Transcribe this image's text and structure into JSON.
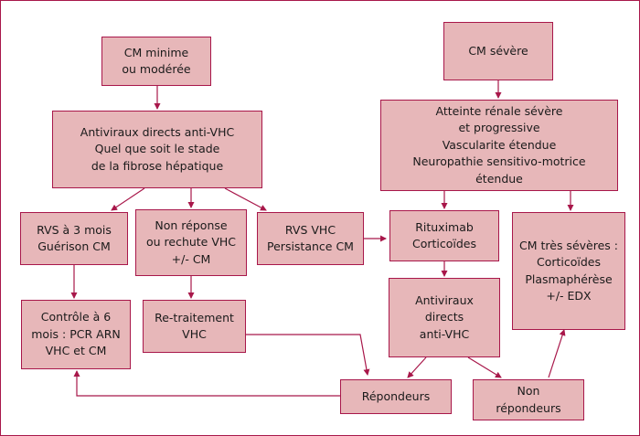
{
  "colors": {
    "box_fill": "#e7b7b9",
    "line": "#a8174a",
    "text": "#1a1a1a"
  },
  "boxes": {
    "cm_minime": [
      "CM minime",
      "ou modérée"
    ],
    "cm_severe": [
      "CM sévère"
    ],
    "antiviraux_main": [
      "Antiviraux directs anti-VHC",
      "Quel que soit le stade",
      "de la fibrose hépatique"
    ],
    "atteinte": [
      "Atteinte rénale sévère",
      "et progressive",
      "Vascularite étendue",
      "Neuropathie sensitivo-motrice",
      "étendue"
    ],
    "rvs3": [
      "RVS à 3 mois",
      "Guérison CM"
    ],
    "non_reponse": [
      "Non réponse",
      "ou rechute VHC",
      "+/- CM"
    ],
    "rvs_persistance": [
      "RVS VHC",
      "Persistance CM"
    ],
    "rituximab": [
      "Rituximab",
      "Corticoïdes"
    ],
    "cm_tres_severes": [
      "CM très sévères :",
      "Corticoïdes",
      "Plasmaphérèse",
      "+/- EDX"
    ],
    "controle": [
      "Contrôle à 6",
      "mois : PCR ARN",
      "VHC et CM"
    ],
    "retraitement": [
      "Re-traitement",
      "VHC"
    ],
    "antiviraux_right": [
      "Antiviraux",
      "directs",
      "anti-VHC"
    ],
    "repondeurs": [
      "Répondeurs"
    ],
    "non_repondeurs": [
      "Non",
      "répondeurs"
    ]
  }
}
